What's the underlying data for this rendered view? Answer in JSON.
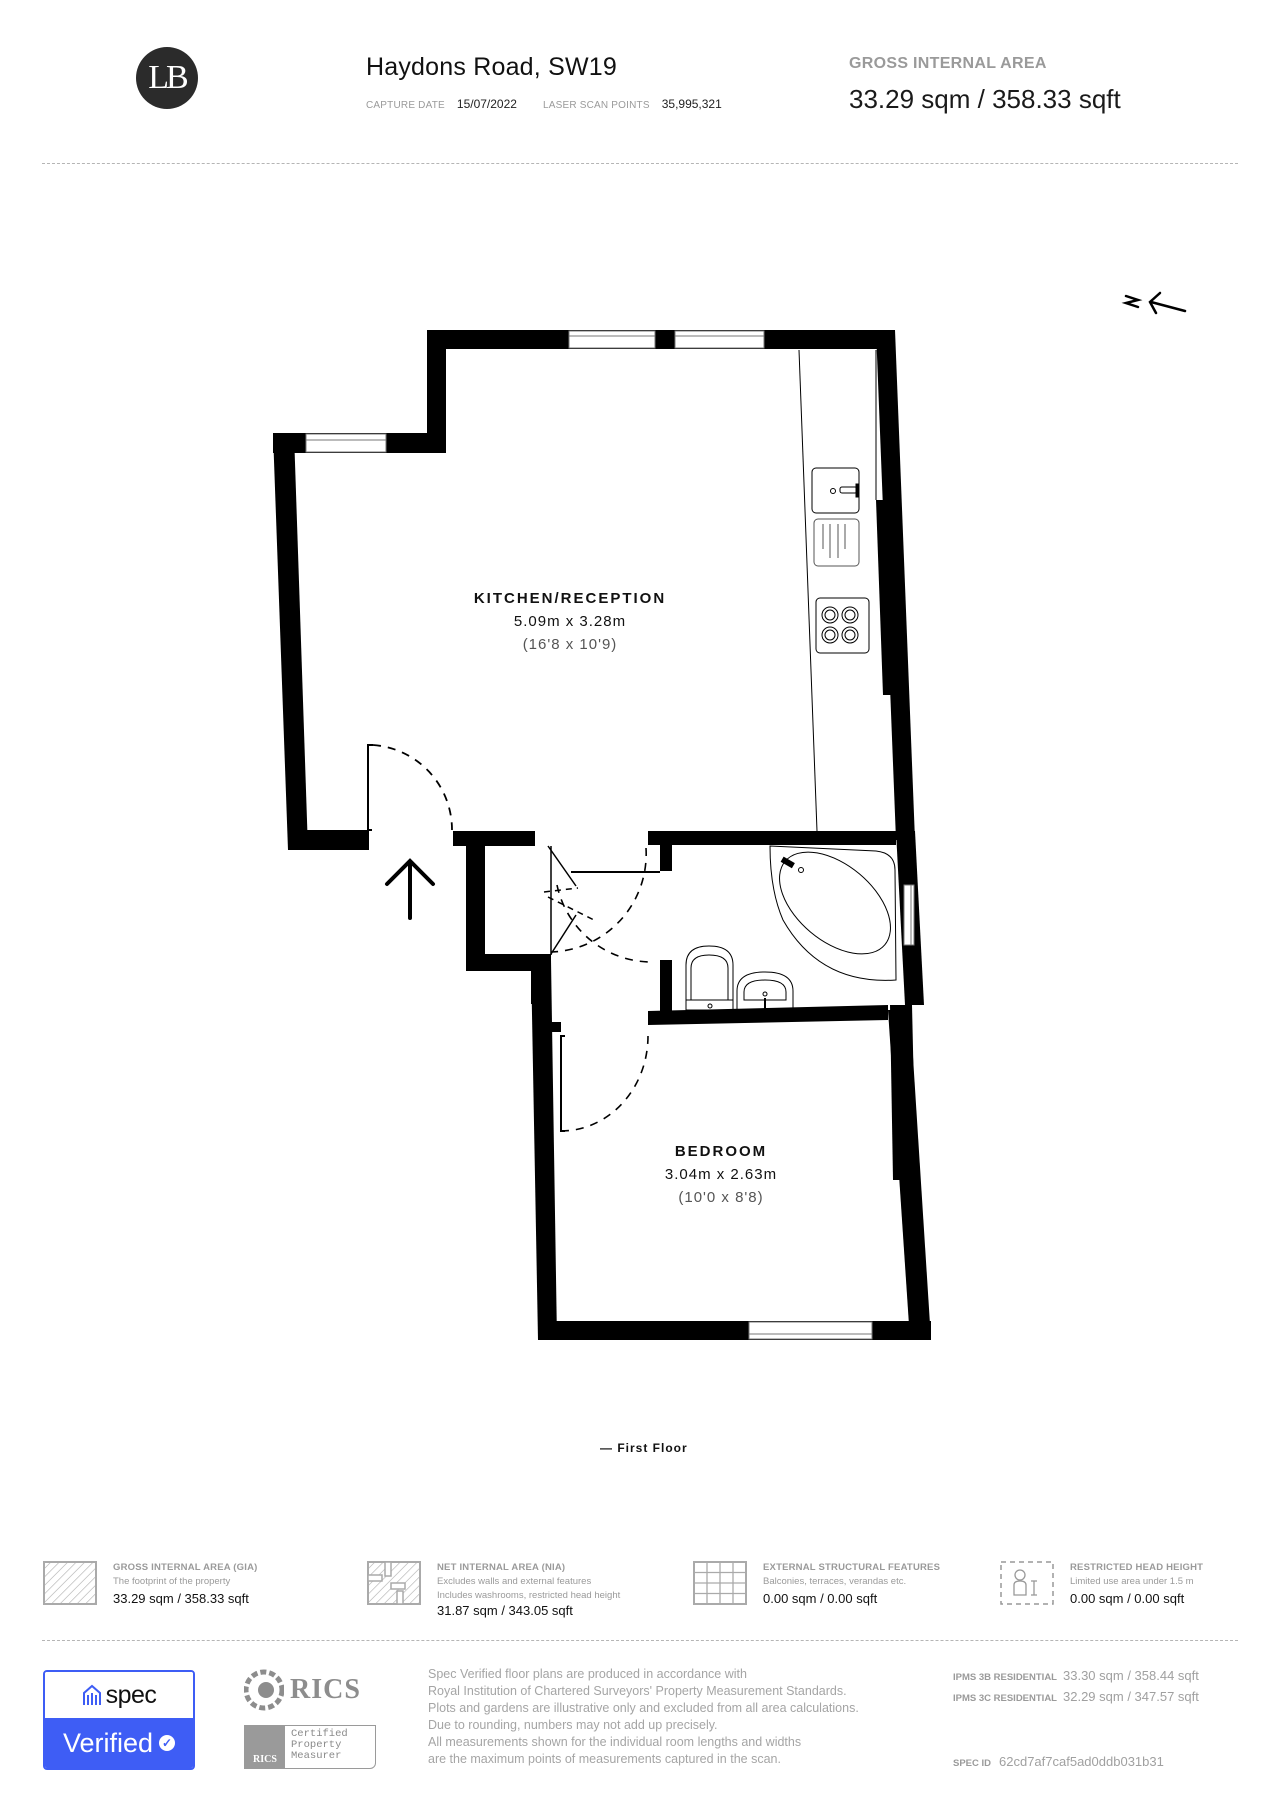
{
  "header": {
    "logo_text": "LB",
    "title": "Haydons Road, SW19",
    "capture_date_label": "CAPTURE DATE",
    "capture_date": "15/07/2022",
    "laser_scan_points_label": "LASER SCAN POINTS",
    "laser_scan_points": "35,995,321",
    "gia_label": "GROSS INTERNAL AREA",
    "gia_value": "33.29 sqm / 358.33 sqft"
  },
  "plan": {
    "floor_label": "— First Floor",
    "compass_label": "N",
    "rooms": [
      {
        "name": "KITCHEN/RECEPTION",
        "metric": "5.09m x 3.28m",
        "imperial": "(16'8 x 10'9)"
      },
      {
        "name": "BEDROOM",
        "metric": "3.04m x 2.63m",
        "imperial": "(10'0 x 8'8)"
      }
    ],
    "entrance_icon": "arrow-up-icon"
  },
  "stats": [
    {
      "icon": "hatched-square-icon",
      "title": "GROSS INTERNAL AREA (GIA)",
      "desc": [
        "The footprint of the property"
      ],
      "value": "33.29 sqm / 358.33 sqft"
    },
    {
      "icon": "nia-pattern-icon",
      "title": "NET INTERNAL AREA (NIA)",
      "desc": [
        "Excludes walls and external features",
        "Includes washrooms, restricted head height"
      ],
      "value": "31.87 sqm / 343.05 sqft"
    },
    {
      "icon": "grid-icon",
      "title": "EXTERNAL STRUCTURAL FEATURES",
      "desc": [
        "Balconies, terraces, verandas etc."
      ],
      "value": "0.00 sqm / 0.00 sqft"
    },
    {
      "icon": "person-height-icon",
      "title": "RESTRICTED HEAD HEIGHT",
      "desc": [
        "Limited use area under 1.5 m"
      ],
      "value": "0.00 sqm / 0.00 sqft"
    }
  ],
  "footer": {
    "spec_brand": "spec",
    "spec_verified": "Verified",
    "rics_word": "RICS",
    "rics_cert_lines": [
      "Certified",
      "Property",
      "Measurer"
    ],
    "rics_small": "RICS",
    "disclaimer": [
      "Spec Verified floor plans are produced in accordance with",
      "Royal Institution of Chartered Surveyors' Property Measurement Standards.",
      "Plots and gardens are illustrative only and excluded from all area calculations.",
      "Due to rounding, numbers may not add up precisely.",
      "All measurements shown for the individual room lengths and widths",
      "are the maximum points of measurements captured in the scan."
    ],
    "ipms_3b_label": "IPMS 3B RESIDENTIAL",
    "ipms_3b_value": "33.30 sqm / 358.44 sqft",
    "ipms_3c_label": "IPMS 3C RESIDENTIAL",
    "ipms_3c_value": "32.29 sqm / 347.57 sqft",
    "spec_id_label": "SPEC ID",
    "spec_id": "62cd7af7caf5ad0ddb031b31"
  },
  "colors": {
    "spec_blue": "#3e5df5",
    "wall": "#000000",
    "muted_text": "#9a9a9a"
  }
}
